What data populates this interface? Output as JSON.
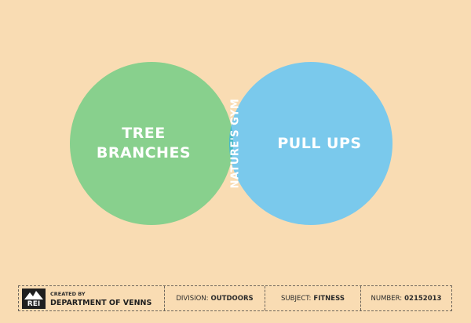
{
  "diagram": {
    "left_label": [
      "TREE",
      "BRANCHES"
    ],
    "right_label": "PULL UPS",
    "overlap_label": "NATURE'S GYM",
    "colors": {
      "background": "#f9dcb3",
      "left_circle": "#88d08d",
      "right_circle": "#7ac9ec",
      "overlap": "#49b9c4",
      "text": "#ffffff"
    }
  },
  "footer": {
    "logo_text": "REI",
    "created_by": "CREATED BY",
    "department": "DEPARTMENT OF VENNS",
    "division_label": "DIVISION:",
    "division_value": "OUTDOORS",
    "subject_label": "SUBJECT:",
    "subject_value": "FITNESS",
    "number_label": "NUMBER:",
    "number_value": "02152013"
  }
}
